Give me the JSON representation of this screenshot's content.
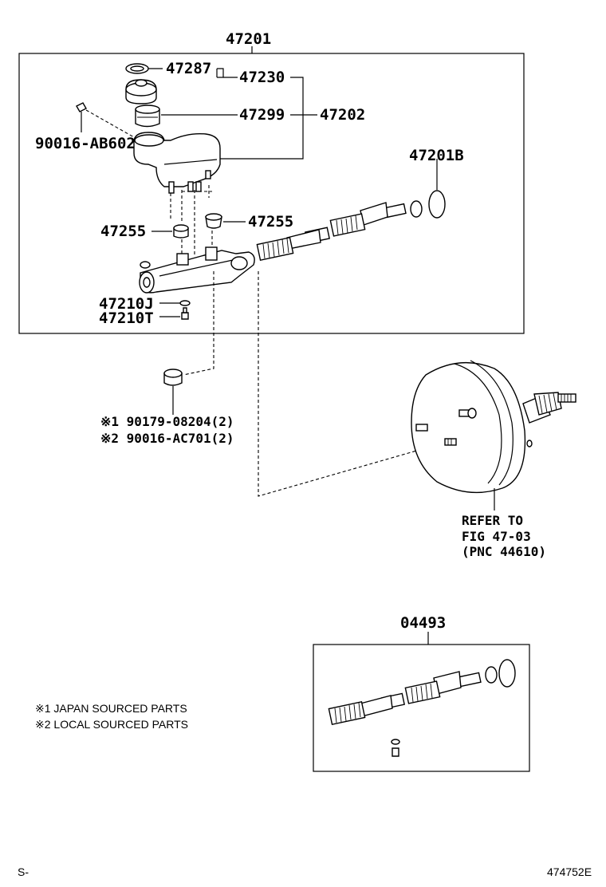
{
  "diagram": {
    "labels": {
      "p47201": "47201",
      "p47287": "47287",
      "p47230": "47230",
      "p47299": "47299",
      "p47202": "47202",
      "p90016_ab602": "90016-AB602",
      "p47201b": "47201B",
      "p47255_right": "47255",
      "p47255_left": "47255",
      "p47210j": "47210J",
      "p47210t": "47210T",
      "p90179": "※1 90179-08204(2)",
      "p90016_ac701": "※2 90016-AC701(2)",
      "refer_line1": "REFER TO",
      "refer_line2": "FIG 47-03",
      "refer_line3": "(PNC 44610)",
      "p04493": "04493"
    },
    "notes": [
      "※1 JAPAN SOURCED PARTS",
      "※2 LOCAL SOURCED PARTS"
    ],
    "footer": {
      "left": "S-",
      "right": "474752E"
    }
  }
}
